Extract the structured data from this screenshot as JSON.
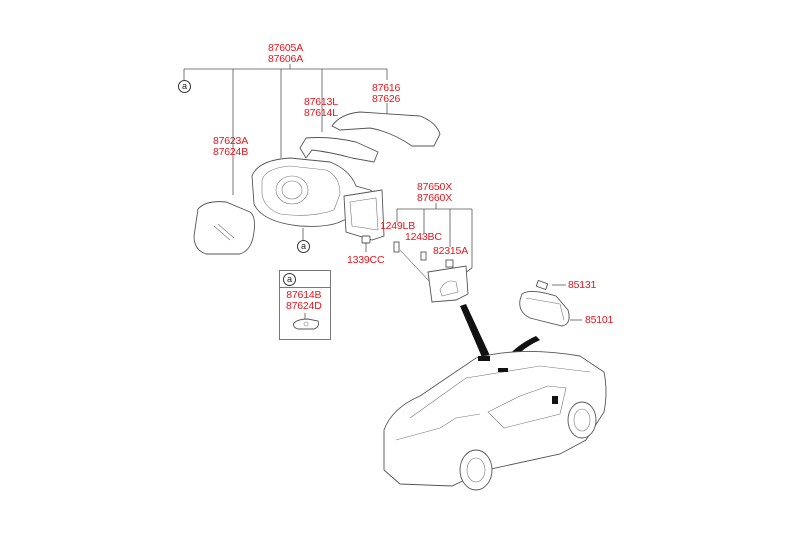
{
  "diagram": {
    "title": "Mirror assembly parts diagram",
    "label_color": "#e8141c",
    "callout_ref": "a",
    "parts": [
      {
        "id": "assembly",
        "codes": [
          "87605A",
          "87606A"
        ]
      },
      {
        "id": "scalp-cover",
        "codes": [
          "87616",
          "87626"
        ]
      },
      {
        "id": "side-repeater-cover",
        "codes": [
          "87613L",
          "87614L"
        ]
      },
      {
        "id": "mirror-glass",
        "codes": [
          "87623A",
          "87624B"
        ]
      },
      {
        "id": "inside-cover-assembly",
        "codes": [
          "87650X",
          "87660X"
        ]
      },
      {
        "id": "bolt",
        "codes": [
          "1249LB"
        ]
      },
      {
        "id": "screw",
        "codes": [
          "1243BC"
        ]
      },
      {
        "id": "clip",
        "codes": [
          "82315A"
        ]
      },
      {
        "id": "nut",
        "codes": [
          "1339CC"
        ]
      },
      {
        "id": "inset-part",
        "codes": [
          "87614B",
          "87624D"
        ]
      },
      {
        "id": "rain-sensor-cover",
        "codes": [
          "85131"
        ]
      },
      {
        "id": "inside-rear-view-mirror",
        "codes": [
          "85101"
        ]
      }
    ]
  }
}
